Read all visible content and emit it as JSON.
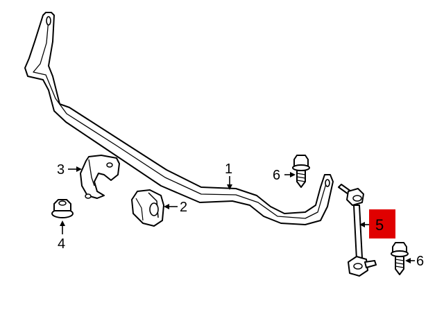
{
  "diagram": {
    "callouts": {
      "c1": "1",
      "c2": "2",
      "c3": "3",
      "c4": "4",
      "c5": "5",
      "c6a": "6",
      "c6b": "6"
    },
    "highlight_color": "#e00000",
    "line_color": "#000000",
    "fill_color": "#ffffff",
    "shade_color": "#dcdcdc"
  }
}
